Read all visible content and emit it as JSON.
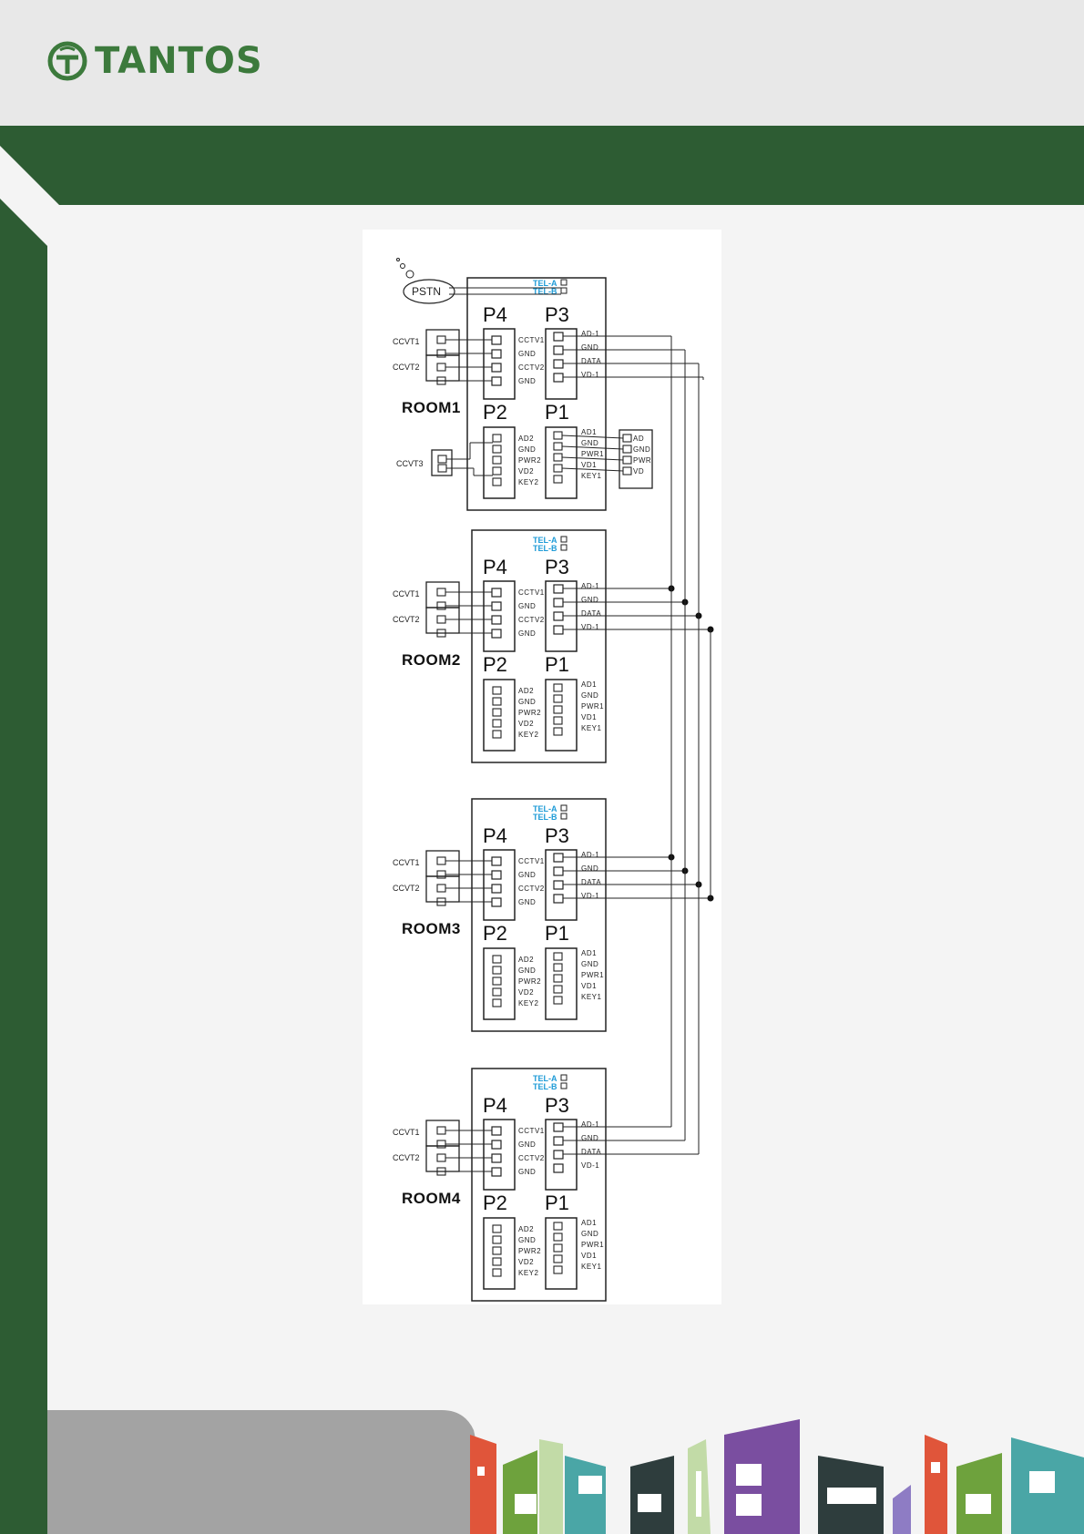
{
  "brand": {
    "name": "TANTOS",
    "green": "#2d5c33",
    "logo_green": "#3c7a3c"
  },
  "diagram": {
    "pstn": "PSTN",
    "tel_a": "TEL-A",
    "tel_b": "TEL-B",
    "p4": "P4",
    "p3": "P3",
    "p2": "P2",
    "p1": "P1",
    "p3_pins": [
      "AD-1",
      "GND",
      "DATA",
      "VD-1"
    ],
    "p4_pins": [
      "CCTV1",
      "GND",
      "CCTV2",
      "GND"
    ],
    "p2_pins": [
      "AD2",
      "GND",
      "PWR2",
      "VD2",
      "KEY2"
    ],
    "p1_pins": [
      "AD1",
      "GND",
      "PWR1",
      "VD1",
      "KEY1"
    ],
    "ccvt1": "CCVT1",
    "ccvt2": "CCVT2",
    "ccvt3": "CCVT3",
    "ext_pins": [
      "AD",
      "GND",
      "PWR",
      "VD"
    ],
    "rooms": [
      "ROOM1",
      "ROOM2",
      "ROOM3",
      "ROOM4"
    ]
  }
}
